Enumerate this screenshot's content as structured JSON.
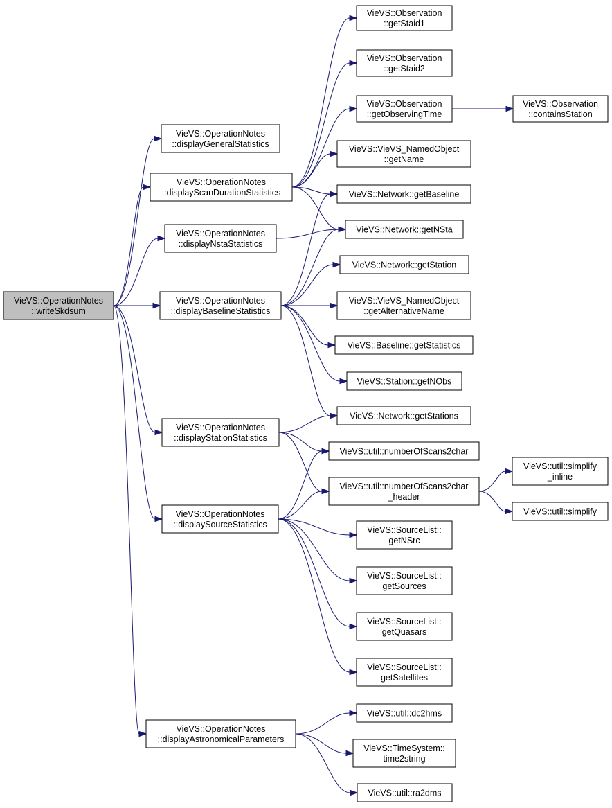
{
  "diagram": {
    "nodes": {
      "writeSkdsum": {
        "lines": [
          "VieVS::OperationNotes",
          "::writeSkdsum"
        ],
        "root": true
      },
      "displayGeneralStatistics": {
        "lines": [
          "VieVS::OperationNotes",
          "::displayGeneralStatistics"
        ]
      },
      "displayScanDurationStatistics": {
        "lines": [
          "VieVS::OperationNotes",
          "::displayScanDurationStatistics"
        ]
      },
      "displayNstaStatistics": {
        "lines": [
          "VieVS::OperationNotes",
          "::displayNstaStatistics"
        ]
      },
      "displayBaselineStatistics": {
        "lines": [
          "VieVS::OperationNotes",
          "::displayBaselineStatistics"
        ]
      },
      "displayStationStatistics": {
        "lines": [
          "VieVS::OperationNotes",
          "::displayStationStatistics"
        ]
      },
      "displaySourceStatistics": {
        "lines": [
          "VieVS::OperationNotes",
          "::displaySourceStatistics"
        ]
      },
      "displayAstronomicalParameters": {
        "lines": [
          "VieVS::OperationNotes",
          "::displayAstronomicalParameters"
        ]
      },
      "getStaid1": {
        "lines": [
          "VieVS::Observation",
          "::getStaid1"
        ]
      },
      "getStaid2": {
        "lines": [
          "VieVS::Observation",
          "::getStaid2"
        ]
      },
      "getObservingTime": {
        "lines": [
          "VieVS::Observation",
          "::getObservingTime"
        ]
      },
      "containsStation": {
        "lines": [
          "VieVS::Observation",
          "::containsStation"
        ]
      },
      "getName": {
        "lines": [
          "VieVS::VieVS_NamedObject",
          "::getName"
        ]
      },
      "getBaseline": {
        "lines": [
          "VieVS::Network::getBaseline"
        ]
      },
      "getNSta": {
        "lines": [
          "VieVS::Network::getNSta"
        ]
      },
      "getStation": {
        "lines": [
          "VieVS::Network::getStation"
        ]
      },
      "getAlternativeName": {
        "lines": [
          "VieVS::VieVS_NamedObject",
          "::getAlternativeName"
        ]
      },
      "getStatistics": {
        "lines": [
          "VieVS::Baseline::getStatistics"
        ]
      },
      "getNObs": {
        "lines": [
          "VieVS::Station::getNObs"
        ]
      },
      "getStations": {
        "lines": [
          "VieVS::Network::getStations"
        ]
      },
      "numberOfScans2char": {
        "lines": [
          "VieVS::util::numberOfScans2char"
        ]
      },
      "numberOfScans2char_header": {
        "lines": [
          "VieVS::util::numberOfScans2char",
          "_header"
        ]
      },
      "simplify_inline": {
        "lines": [
          "VieVS::util::simplify",
          "_inline"
        ]
      },
      "simplify": {
        "lines": [
          "VieVS::util::simplify"
        ]
      },
      "getNSrc": {
        "lines": [
          "VieVS::SourceList::",
          "getNSrc"
        ]
      },
      "getSources": {
        "lines": [
          "VieVS::SourceList::",
          "getSources"
        ]
      },
      "getQuasars": {
        "lines": [
          "VieVS::SourceList::",
          "getQuasars"
        ]
      },
      "getSatellites": {
        "lines": [
          "VieVS::SourceList::",
          "getSatellites"
        ]
      },
      "dc2hms": {
        "lines": [
          "VieVS::util::dc2hms"
        ]
      },
      "time2string": {
        "lines": [
          "VieVS::TimeSystem::",
          "time2string"
        ]
      },
      "ra2dms": {
        "lines": [
          "VieVS::util::ra2dms"
        ]
      }
    },
    "edges": [
      [
        "writeSkdsum",
        "displayGeneralStatistics"
      ],
      [
        "writeSkdsum",
        "displayScanDurationStatistics"
      ],
      [
        "writeSkdsum",
        "displayNstaStatistics"
      ],
      [
        "writeSkdsum",
        "displayBaselineStatistics"
      ],
      [
        "writeSkdsum",
        "displayStationStatistics"
      ],
      [
        "writeSkdsum",
        "displaySourceStatistics"
      ],
      [
        "writeSkdsum",
        "displayAstronomicalParameters"
      ],
      [
        "displayScanDurationStatistics",
        "getStaid1"
      ],
      [
        "displayScanDurationStatistics",
        "getStaid2"
      ],
      [
        "displayScanDurationStatistics",
        "getObservingTime"
      ],
      [
        "displayScanDurationStatistics",
        "getName"
      ],
      [
        "displayScanDurationStatistics",
        "getBaseline"
      ],
      [
        "displayScanDurationStatistics",
        "getNSta"
      ],
      [
        "getObservingTime",
        "containsStation"
      ],
      [
        "displayNstaStatistics",
        "getNSta"
      ],
      [
        "displayBaselineStatistics",
        "getBaseline"
      ],
      [
        "displayBaselineStatistics",
        "getNSta"
      ],
      [
        "displayBaselineStatistics",
        "getStation"
      ],
      [
        "displayBaselineStatistics",
        "getAlternativeName"
      ],
      [
        "displayBaselineStatistics",
        "getStatistics"
      ],
      [
        "displayBaselineStatistics",
        "getNObs"
      ],
      [
        "displayBaselineStatistics",
        "getStations"
      ],
      [
        "displayStationStatistics",
        "getStations"
      ],
      [
        "displayStationStatistics",
        "numberOfScans2char"
      ],
      [
        "displayStationStatistics",
        "numberOfScans2char_header"
      ],
      [
        "numberOfScans2char_header",
        "simplify_inline"
      ],
      [
        "numberOfScans2char_header",
        "simplify"
      ],
      [
        "displaySourceStatistics",
        "numberOfScans2char"
      ],
      [
        "displaySourceStatistics",
        "numberOfScans2char_header"
      ],
      [
        "displaySourceStatistics",
        "getNSrc"
      ],
      [
        "displaySourceStatistics",
        "getSources"
      ],
      [
        "displaySourceStatistics",
        "getQuasars"
      ],
      [
        "displaySourceStatistics",
        "getSatellites"
      ],
      [
        "displayAstronomicalParameters",
        "dc2hms"
      ],
      [
        "displayAstronomicalParameters",
        "time2string"
      ],
      [
        "displayAstronomicalParameters",
        "ra2dms"
      ]
    ]
  }
}
